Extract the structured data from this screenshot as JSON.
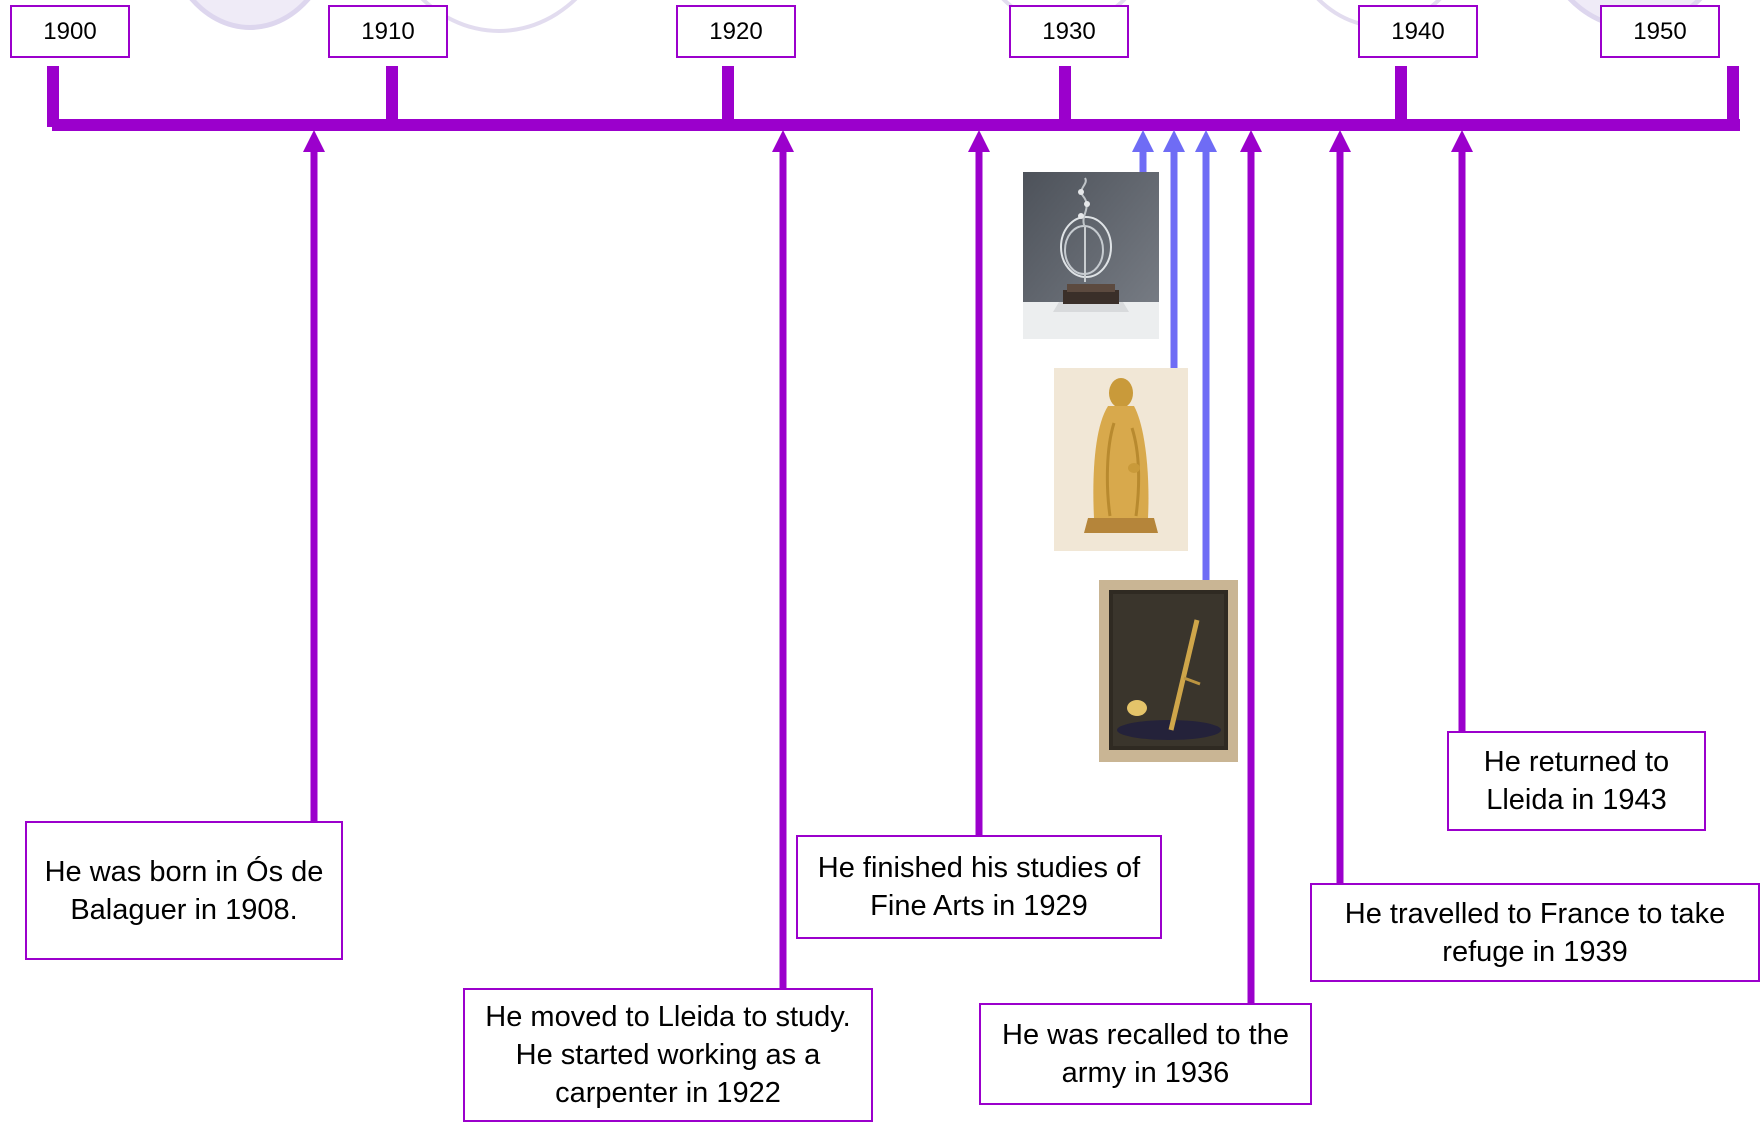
{
  "timeline": {
    "years": [
      "1900",
      "1910",
      "1920",
      "1930",
      "1940",
      "1950"
    ],
    "events": [
      {
        "id": "born",
        "text": "He was born in Ós de Balaguer in 1908."
      },
      {
        "id": "moved-lleida",
        "text": "He moved to Lleida to study. He started working as a carpenter in 1922"
      },
      {
        "id": "fine-arts",
        "text": "He finished his studies of Fine Arts in 1929"
      },
      {
        "id": "army",
        "text": "He was recalled to the army in 1936"
      },
      {
        "id": "france",
        "text": "He travelled to France to take refuge in 1939"
      },
      {
        "id": "returned",
        "text": "He returned to Lleida in 1943"
      }
    ],
    "artworks": [
      "wire-sculpture-photo",
      "wooden-figure-photo",
      "boxed-object-sculpture-photo"
    ],
    "colors": {
      "axis": "#9b00cc",
      "artwork_connector": "#6f6cf5",
      "box_border": "#9b00cc"
    }
  }
}
